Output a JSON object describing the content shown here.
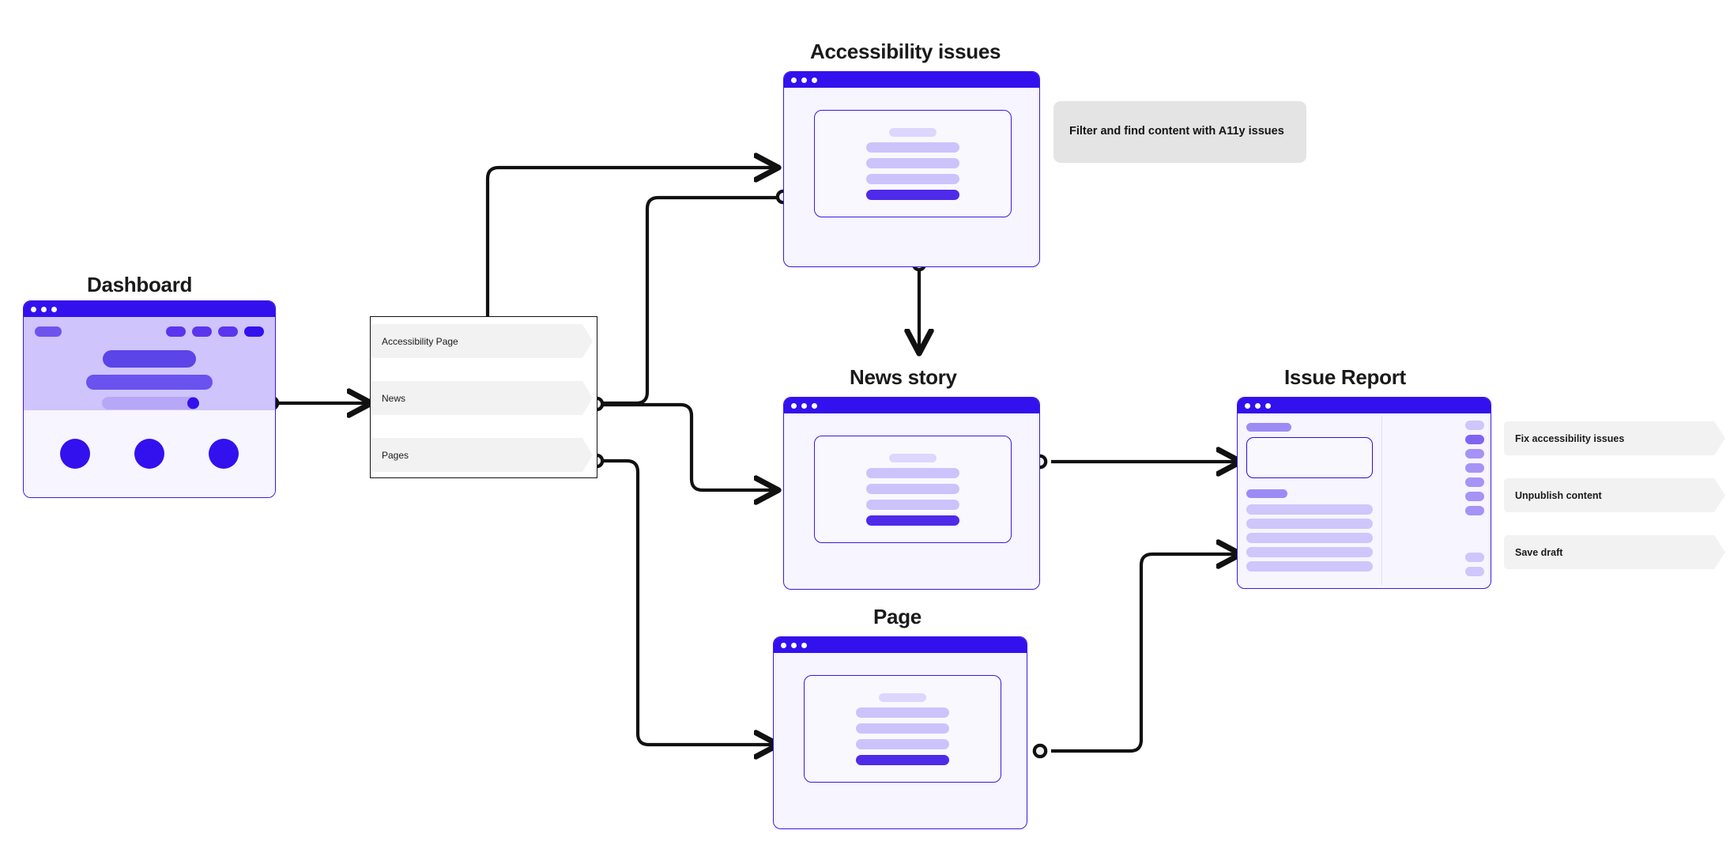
{
  "cards": {
    "dashboard": {
      "title": "Dashboard"
    },
    "accessibility_issues": {
      "title": "Accessibility issues"
    },
    "news_story": {
      "title": "News story"
    },
    "page": {
      "title": "Page"
    },
    "issue_report": {
      "title": "Issue Report"
    }
  },
  "menu": {
    "items": [
      {
        "label": "Accessibility Page"
      },
      {
        "label": "News"
      },
      {
        "label": "Pages"
      }
    ]
  },
  "notes": [
    {
      "text": "Filter and find content with A11y issues"
    }
  ],
  "actions": [
    {
      "label": "Fix accessibility issues"
    },
    {
      "label": "Unpublish content"
    },
    {
      "label": "Save draft"
    }
  ],
  "colors": {
    "brand_blue": "#3311ee",
    "card_bg": "#f7f5ff",
    "card_border": "#3d17e0",
    "hero_lavender": "#cfc4fb",
    "placeholder_light": "#cdc3fb",
    "placeholder_cta": "#4f2ae8",
    "note_grey": "#e4e4e4",
    "menu_grey": "#f2f2f2",
    "connector": "#111111"
  }
}
